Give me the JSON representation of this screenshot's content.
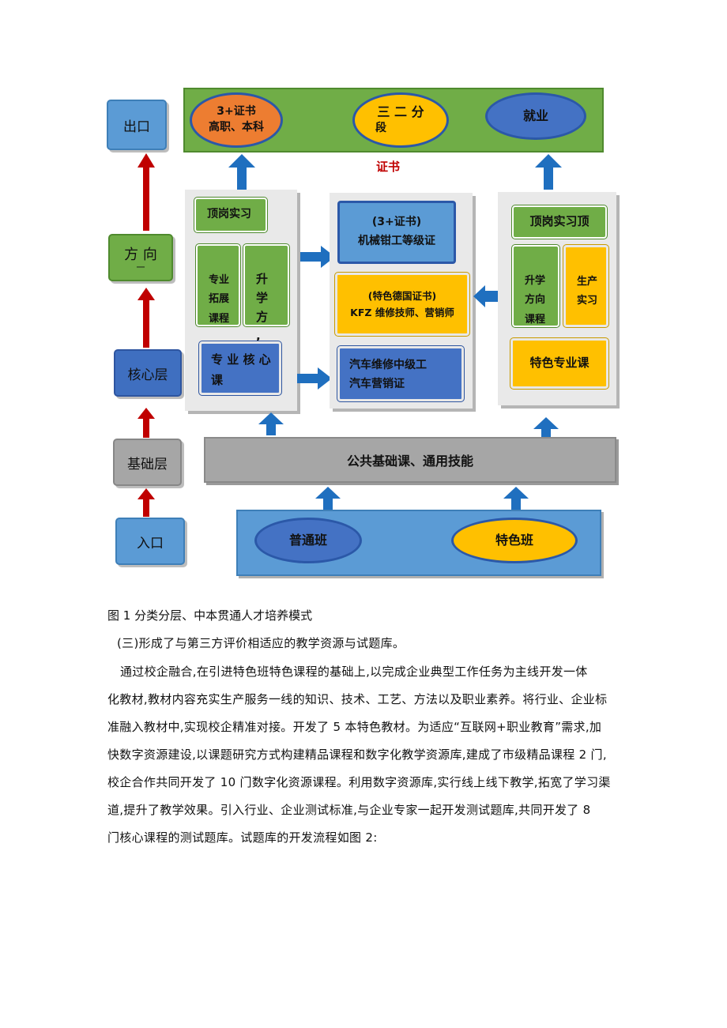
{
  "diagram": {
    "left_column": {
      "exit": "出口",
      "direction_line1": "方 向",
      "direction_line2": "一",
      "core": "核心层",
      "foundation": "基础层",
      "entry": "入口"
    },
    "top_bar": {
      "cert_line1": "3+证书",
      "cert_line2": "高职、本科",
      "segment_line1": "三 二 分",
      "segment_line2": "段",
      "employment": "就业",
      "label": "证书"
    },
    "left_panel": {
      "internship": "顶岗实习",
      "expansion": "专业\n拓展\n课程",
      "upgrade": "升\n学\n方\n,",
      "core_course_line1": "专 业 核 心",
      "core_course_line2": "课"
    },
    "middle_panel": {
      "box1_line1": "(3+证书)",
      "box1_line2": "机械钳工等级证",
      "box2_line1": "(特色德国证书)",
      "box2_line2": "KFZ 维修技师、营销师",
      "box3_line1": "汽车维修中级工",
      "box3_line2": "汽车营销证"
    },
    "right_panel": {
      "internship": "顶岗实习顶",
      "upgrade": "升学\n方向\n课程\n, ...",
      "production": "生产\n实习",
      "special_course": "特色专业课"
    },
    "common_base": "公共基础课、通用技能",
    "classes": {
      "normal": "普通班",
      "special": "特色班"
    },
    "colors": {
      "green": "#70ad47",
      "orange": "#ed7d31",
      "yellow": "#ffc000",
      "navy": "#4472c4",
      "light_blue": "#5b9bd5",
      "gray": "#a6a6a6",
      "arrow_blue": "#1f6fbf",
      "arrow_red": "#c00000",
      "red_text": "#c00000"
    }
  },
  "caption": "图 1 分类分层、中本贯通人才培养模式",
  "section_heading": "(三)形成了与第三方评价相适应的教学资源与试题库。",
  "paragraph_lines": [
    "通过校企融合,在引进特色班特色课程的基础上,以完成企业典型工作任务为主线开发一体",
    "化教材,教材内容充实生产服务一线的知识、技术、工艺、方法以及职业素养。将行业、企业标",
    "准融入教材中,实现校企精准对接。开发了 5 本特色教材。为适应“互联网+职业教育”需求,加",
    "快数字资源建设,以课题研究方式构建精品课程和数字化教学资源库,建成了市级精品课程 2 门,",
    "校企合作共同开发了 10 门数字化资源课程。利用数字资源库,实行线上线下教学,拓宽了学习渠",
    "道,提升了教学效果。引入行业、企业测试标准,与企业专家一起开发测试题库,共同开发了 8",
    "门核心课程的测试题库。试题库的开发流程如图 2:"
  ]
}
